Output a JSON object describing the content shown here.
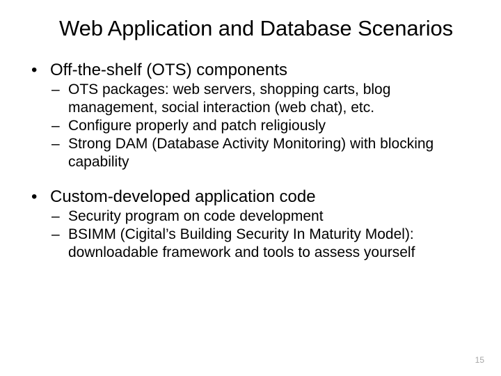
{
  "slide": {
    "title": "Web Application and Database Scenarios",
    "page_number": "15",
    "text_color": "#000000",
    "background_color": "#ffffff",
    "page_number_color": "#a6a6a6",
    "bullet_marker_l1": "•",
    "bullet_marker_l2": "–",
    "groups": [
      {
        "heading": "Off-the-shelf (OTS) components",
        "subitems": [
          "OTS packages: web servers, shopping carts, blog management, social interaction (web chat), etc.",
          "Configure properly and patch religiously",
          "Strong DAM (Database Activity Monitoring) with blocking capability"
        ]
      },
      {
        "heading": "Custom-developed application code",
        "subitems": [
          "Security program on code development",
          "BSIMM (Cigital’s Building Security In Maturity Model): downloadable framework and tools to assess yourself"
        ]
      }
    ]
  }
}
